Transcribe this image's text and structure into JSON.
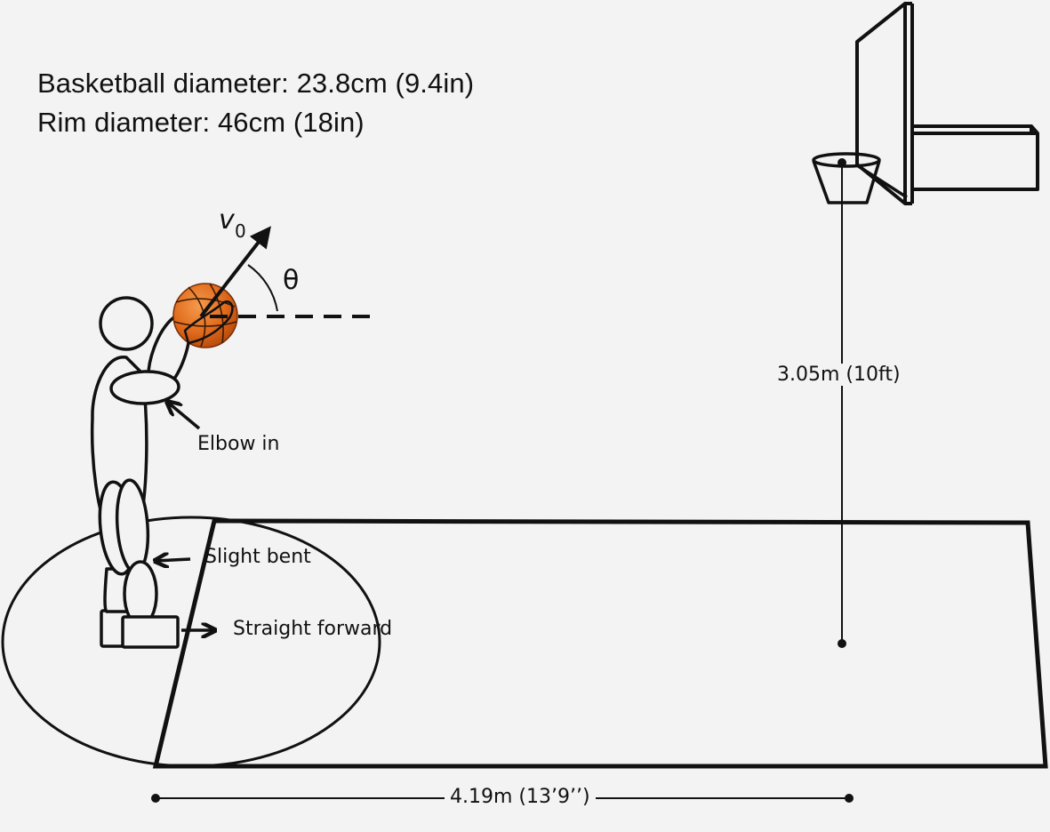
{
  "header": {
    "ball_diameter": "Basketball diameter: 23.8cm (9.4in)",
    "rim_diameter": "Rim diameter: 46cm (18in)"
  },
  "symbols": {
    "velocity": "v",
    "velocity_subscript": "0",
    "angle": "θ"
  },
  "annotations": {
    "elbow": "Elbow in",
    "knee": "Slight bent",
    "foot": "Straight forward"
  },
  "measurements": {
    "rim_height": "3.05m (10ft)",
    "distance": "4.19m (13’9’’)"
  },
  "colors": {
    "ball": "#e06a1c",
    "ink": "#111111",
    "background": "#f3f3f3"
  }
}
